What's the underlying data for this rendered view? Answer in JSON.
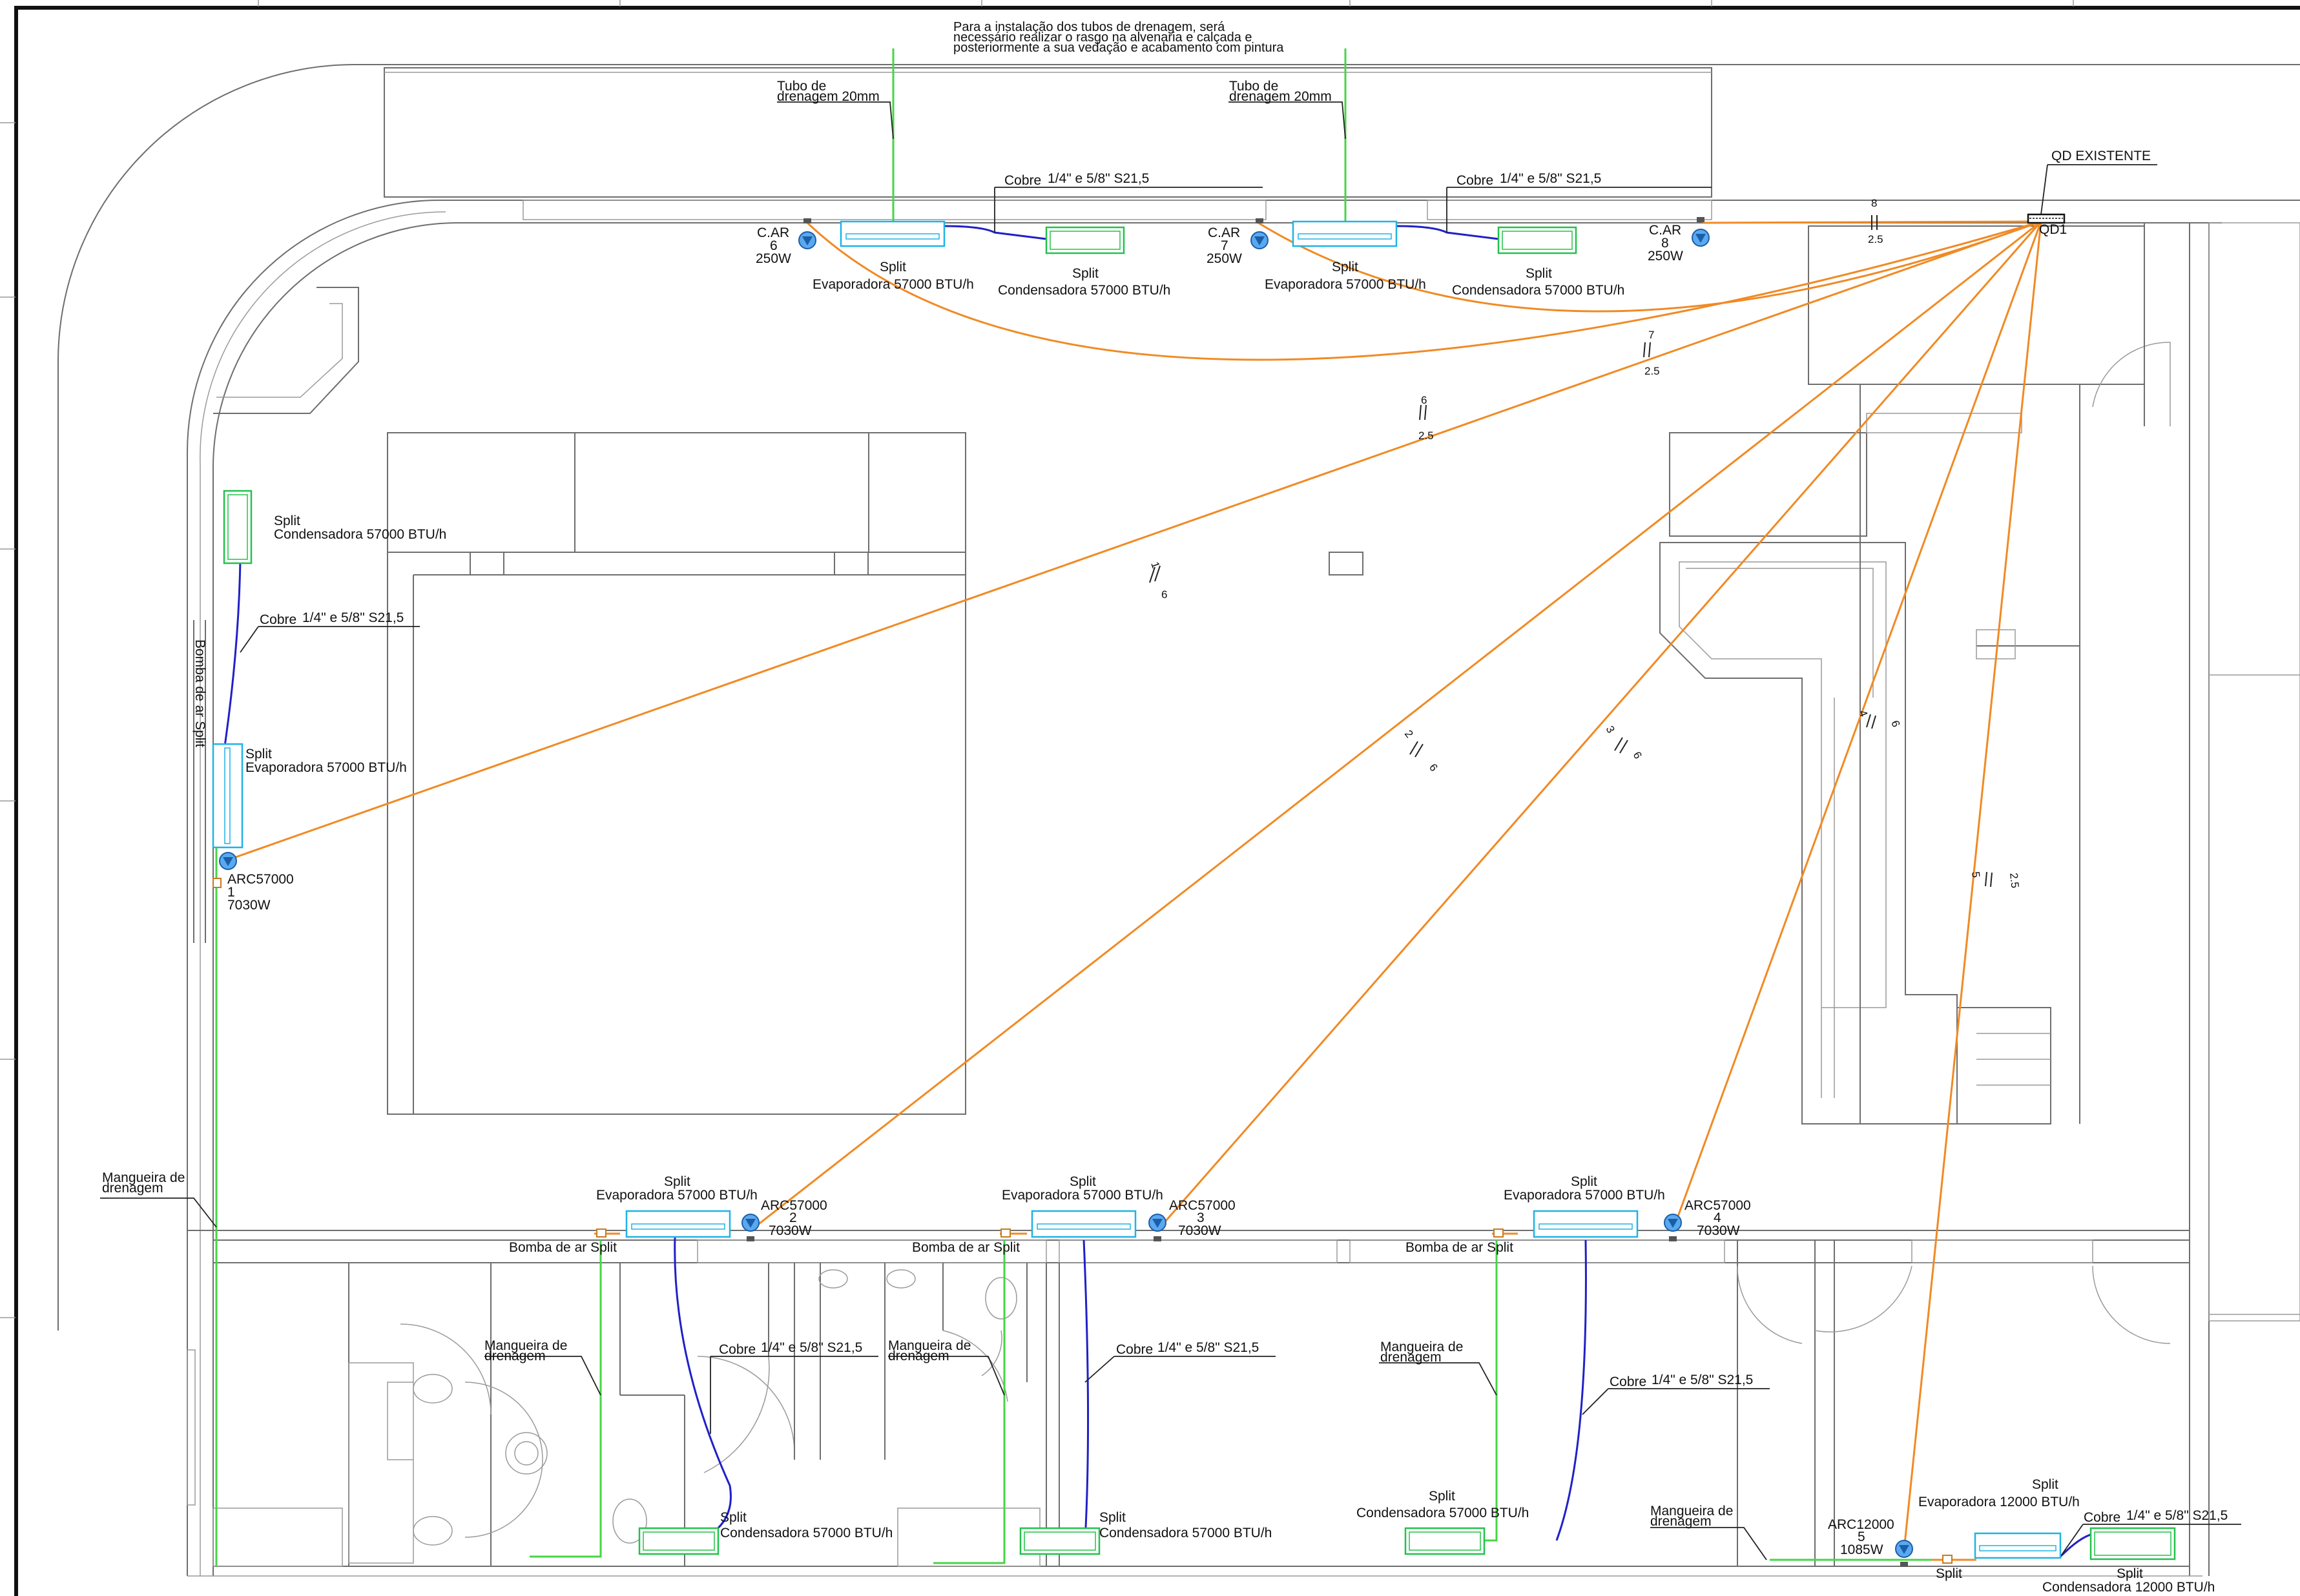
{
  "note": [
    "Para a instalação dos tubos de drenagem, será",
    "necessário realizar o rasgo na alvenaria e calçada e",
    "posteriormente a sua vedação e acabamento com pintura"
  ],
  "panel": {
    "tag": "QD EXISTENTE",
    "id": "QD1"
  },
  "drain_tube": [
    "Tubo de",
    "drenagem 20mm"
  ],
  "copper": {
    "prefix": "Cobre",
    "spec": "1/4\" e  5/8\" S21,5"
  },
  "hose": [
    "Mangueira de",
    "drenagem"
  ],
  "pump_label": "Bomba de ar Split",
  "pump_label_vertical": "Bomba de ar Split",
  "evaporator_57k": [
    "Split",
    "Evaporadora 57000 BTU/h"
  ],
  "condenser_57k": [
    "Split",
    "Condensadora 57000 BTU/h"
  ],
  "evaporator_12k": [
    "Split",
    "Evaporadora 12000 BTU/h"
  ],
  "condenser_12k": [
    "Split",
    "Condensadora 12000 BTU/h"
  ],
  "split_word": "Split",
  "car_outlets": [
    {
      "name": "C.AR",
      "num": "6",
      "power": "250W"
    },
    {
      "name": "C.AR",
      "num": "7",
      "power": "250W"
    },
    {
      "name": "C.AR",
      "num": "8",
      "power": "250W"
    }
  ],
  "arc_outlets": [
    {
      "name": "ARC57000",
      "num": "1",
      "power": "7030W"
    },
    {
      "name": "ARC57000",
      "num": "2",
      "power": "7030W"
    },
    {
      "name": "ARC57000",
      "num": "3",
      "power": "7030W"
    },
    {
      "name": "ARC57000",
      "num": "4",
      "power": "7030W"
    },
    {
      "name": "ARC12000",
      "num": "5",
      "power": "1085W"
    }
  ],
  "circuits": [
    {
      "num": "1",
      "section": "6"
    },
    {
      "num": "2",
      "section": "6"
    },
    {
      "num": "3",
      "section": "6"
    },
    {
      "num": "4",
      "section": "6"
    },
    {
      "num": "5",
      "section": "2.5"
    },
    {
      "num": "6",
      "section": "2.5"
    },
    {
      "num": "7",
      "section": "2.5"
    },
    {
      "num": "8",
      "section": "2.5"
    }
  ],
  "colors": {
    "electrical": "#f08a24",
    "copper": "#2020c8",
    "drain": "#46d646",
    "evaporator": "#1fb3e6",
    "condenser": "#22c24a",
    "walls": "#6e6e6e"
  }
}
